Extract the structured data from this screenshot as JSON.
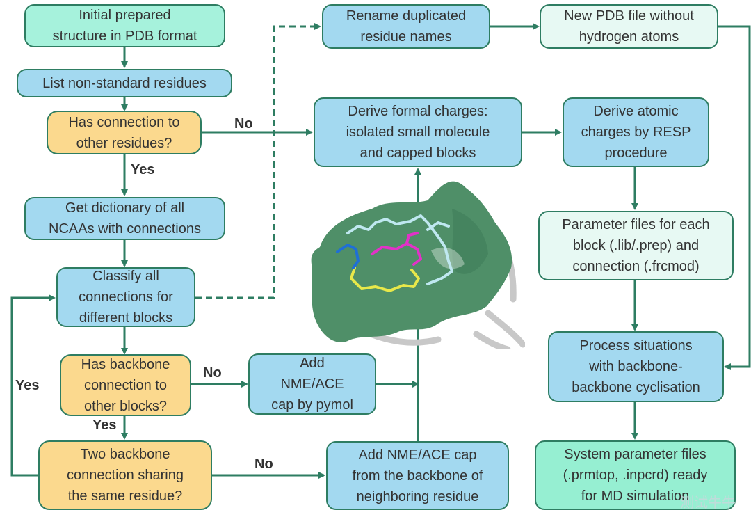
{
  "nodes": {
    "initial_structure": [
      "Initial prepared",
      "structure in PDB format"
    ],
    "list_nonstandard": [
      "List non-standard residues"
    ],
    "has_connection": [
      "Has connection to",
      "other residues?"
    ],
    "get_dictionary": [
      "Get dictionary of all",
      "NCAAs with connections"
    ],
    "classify": [
      "Classify all",
      "connections for",
      "different blocks"
    ],
    "has_backbone": [
      "Has backbone",
      "connection to",
      "other blocks?"
    ],
    "two_backbone": [
      "Two backbone",
      "connection sharing",
      "the same residue?"
    ],
    "add_cap_pymol": [
      "Add",
      "NME/ACE",
      "cap by pymol"
    ],
    "add_cap_neighbor": [
      "Add NME/ACE cap",
      "from the backbone of",
      "neighboring residue"
    ],
    "rename": [
      "Rename duplicated",
      "residue names"
    ],
    "new_pdb": [
      "New PDB file without",
      "hydrogen atoms"
    ],
    "formal_charges": [
      "Derive formal charges:",
      "isolated small molecule",
      "and capped blocks"
    ],
    "atomic_charges": [
      "Derive atomic",
      "charges by RESP",
      "procedure"
    ],
    "parameter_files": [
      "Parameter files for each",
      "block (.lib/.prep) and",
      "connection (.frcmod)"
    ],
    "process_cyclisation": [
      "Process situations",
      "with backbone-",
      "backbone cyclisation"
    ],
    "system_parameter": [
      "System parameter files",
      "(.prmtop, .inpcrd) ready",
      "for MD simulation"
    ]
  },
  "labels": {
    "no_connection": "No",
    "yes_connection": "Yes",
    "no_backbone": "No",
    "yes_backbone": "Yes",
    "no_two": "No",
    "yes_loop": "Yes"
  },
  "watermark": "测试牛牛",
  "colors": {
    "line": "#2e7d62",
    "start": "#a6f2dc",
    "process": "#a3d9f0",
    "decision": "#fbd98e",
    "output": "#e7f9f3",
    "end": "#96efd2",
    "surface": "#4f8f68"
  }
}
